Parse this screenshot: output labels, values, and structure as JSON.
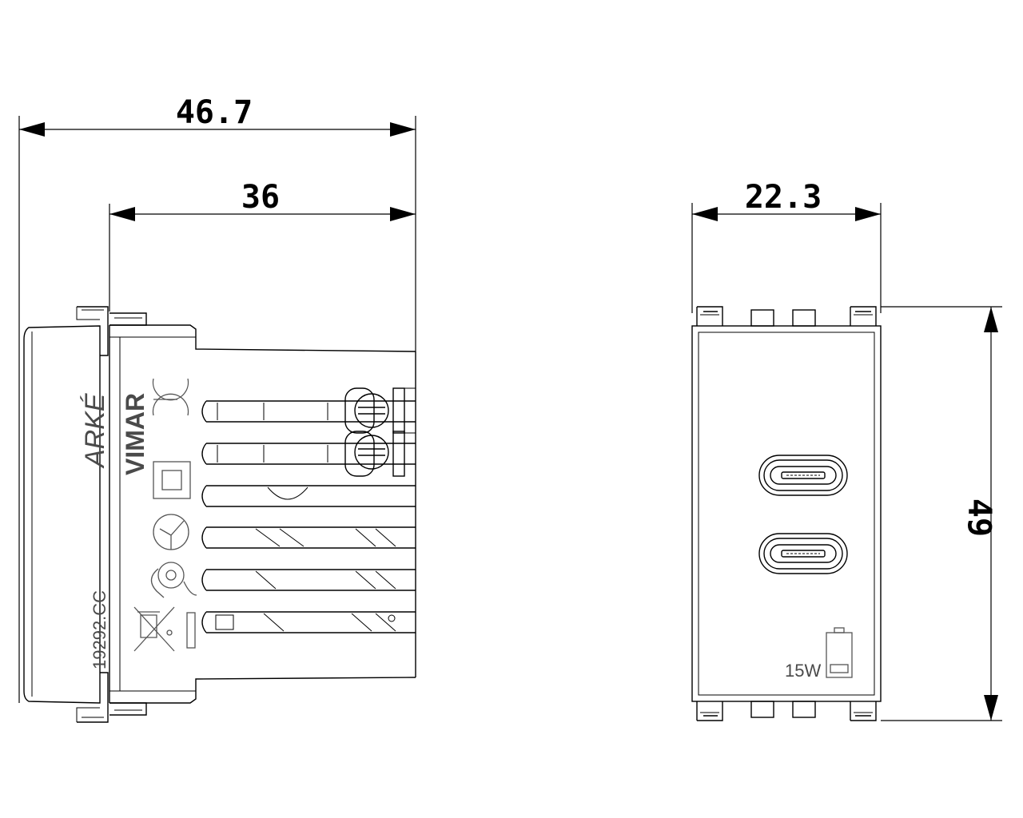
{
  "dimensions": {
    "overall_depth": "46.7",
    "body_depth": "36",
    "width": "22.3",
    "height": "49"
  },
  "side_view": {
    "brand_logo": "ARKÉ",
    "brand_name": "VIMAR",
    "part_code": "19292.CC"
  },
  "front_view": {
    "power_label": "15W",
    "port_type": "USB Type-C",
    "port_count": 2
  },
  "colors": {
    "line": "#000000",
    "marking": "#4a4a4a"
  }
}
